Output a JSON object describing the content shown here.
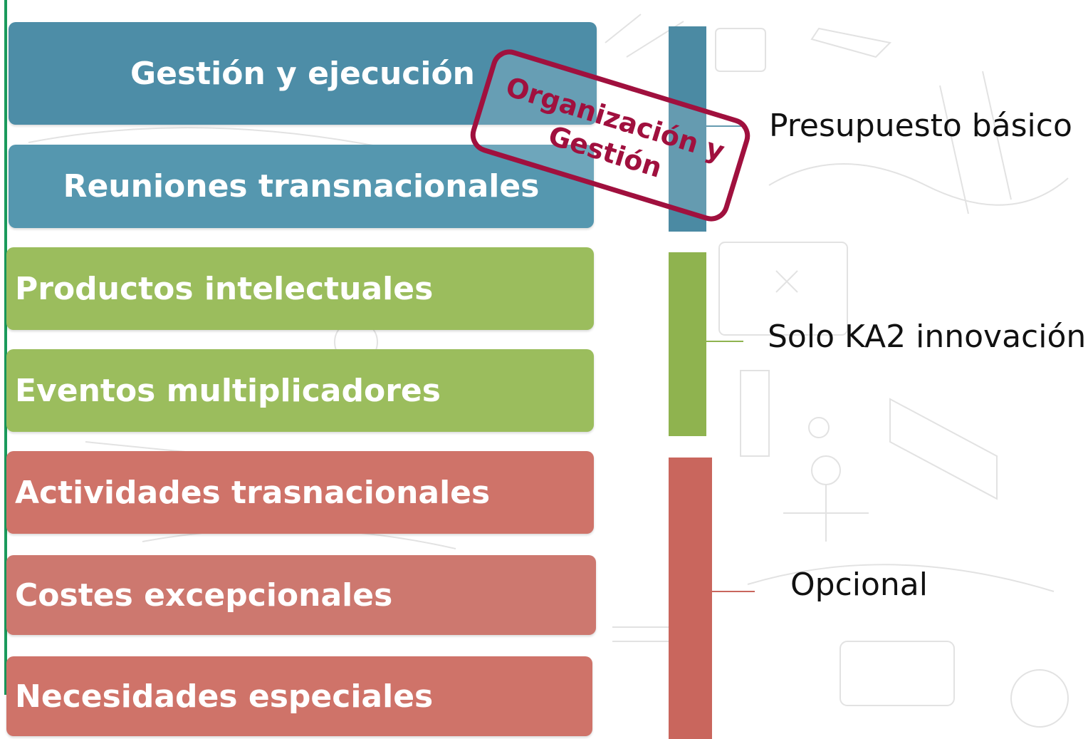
{
  "bars": [
    {
      "label": "Gestión y ejecución"
    },
    {
      "label": "Reuniones transnacionales"
    },
    {
      "label": "Productos intelectuales"
    },
    {
      "label": "Eventos multiplicadores"
    },
    {
      "label": "Actividades trasnacionales"
    },
    {
      "label": "Costes excepcionales"
    },
    {
      "label": "Necesidades especiales"
    }
  ],
  "stamp": {
    "line1": "Organización y",
    "line2": "Gestión"
  },
  "groups": [
    {
      "label": "Presupuesto básico",
      "color": "#4b8aa3"
    },
    {
      "label": "Solo KA2 innovación",
      "color": "#8fb34f"
    },
    {
      "label": "Opcional",
      "color": "#c9665d"
    }
  ],
  "colors": {
    "teal": "#4d8da7",
    "green": "#9bbd5d",
    "red": "#cf7369",
    "stamp": "#a0103e",
    "rule": "#1a9a5c"
  }
}
